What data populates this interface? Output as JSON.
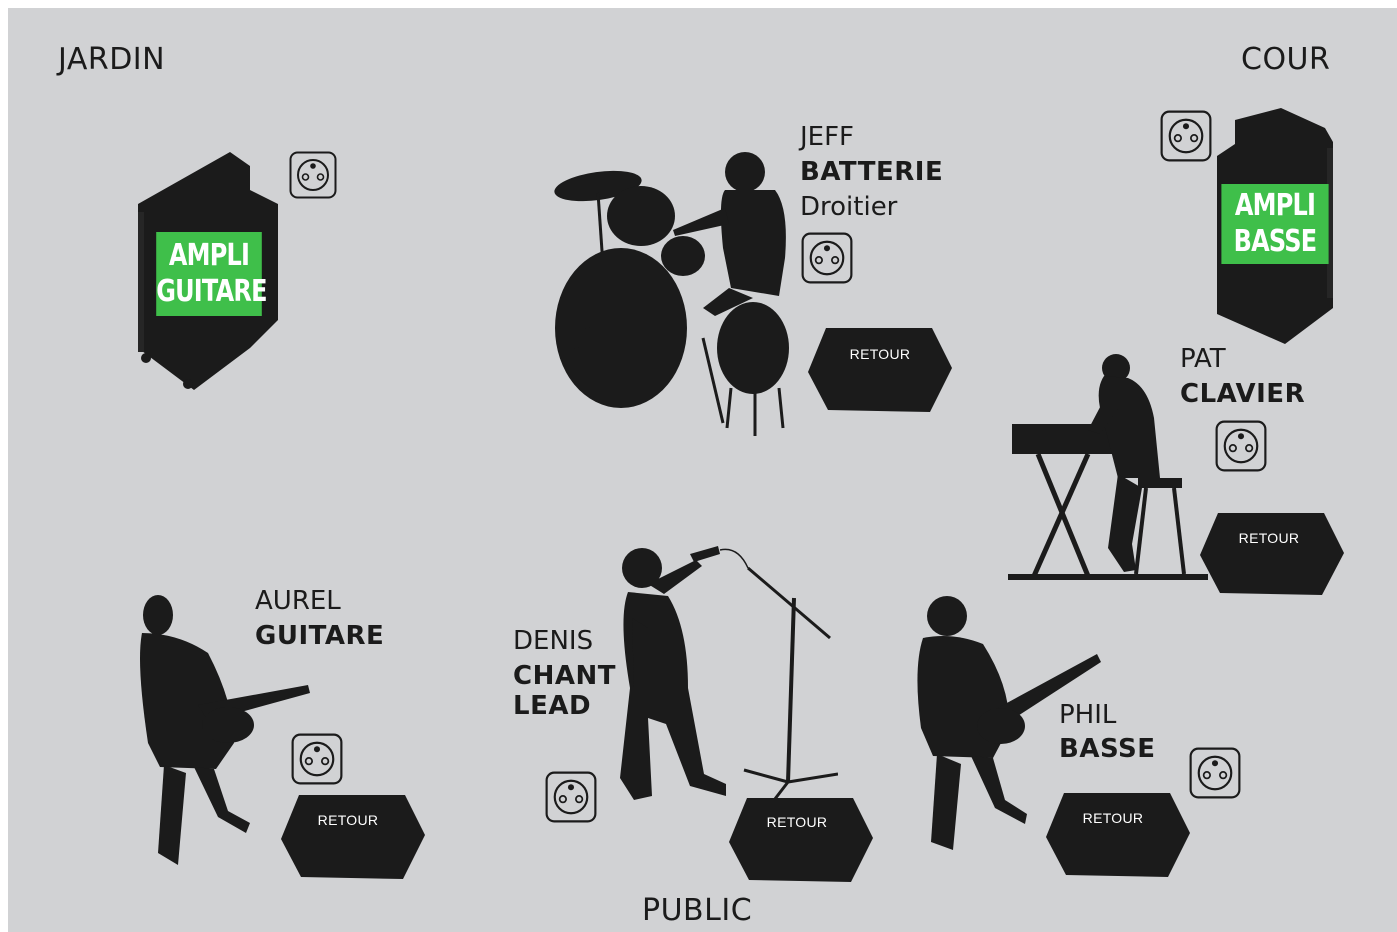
{
  "stage": {
    "left_side": "JARDIN",
    "right_side": "COUR",
    "audience": "PUBLIC"
  },
  "amps": {
    "guitar": {
      "line1": "AMPLI",
      "line2": "GUITARE"
    },
    "bass": {
      "line1": "AMPLI",
      "line2": "BASSE"
    }
  },
  "musicians": {
    "jeff": {
      "name": "JEFF",
      "role": "BATTERIE",
      "note": "Droitier"
    },
    "pat": {
      "name": "PAT",
      "role": "CLAVIER"
    },
    "aurel": {
      "name": "AUREL",
      "role": "GUITARE"
    },
    "denis": {
      "name": "DENIS",
      "role_line1": "CHANT",
      "role_line2": "LEAD"
    },
    "phil": {
      "name": "PHIL",
      "role": "BASSE"
    }
  },
  "monitors": {
    "label": "RETOUR"
  },
  "icons": {
    "outlet": "power-outlet-icon",
    "amp": "amp-cabinet-icon",
    "monitor": "stage-monitor-wedge-icon"
  },
  "colors": {
    "background": "#d1d2d4",
    "silhouette": "#1b1b1b",
    "amp_label": "#3fbf4a"
  }
}
